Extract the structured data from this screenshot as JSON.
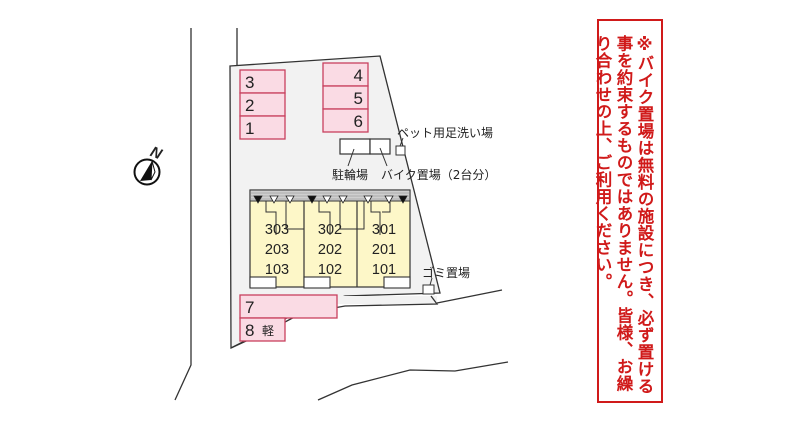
{
  "compass": {
    "label": "N",
    "icon": "north-arrow-icon"
  },
  "parking": {
    "left_column": [
      {
        "label": "3"
      },
      {
        "label": "2"
      },
      {
        "label": "1"
      }
    ],
    "right_column": [
      {
        "label": "4"
      },
      {
        "label": "5"
      },
      {
        "label": "6"
      }
    ],
    "bottom": [
      {
        "label": "7"
      },
      {
        "label": "8",
        "note": "軽"
      }
    ],
    "fill_color": "#fadbe4",
    "stroke_color": "#c8415e"
  },
  "facilities": {
    "pet_wash": "ペット用足洗い場",
    "bicycle": "駐輪場",
    "bike_parking": "バイク置場（2台分）",
    "garbage": "ゴミ置場"
  },
  "building": {
    "fill_color": "#fdf7c8",
    "units": [
      {
        "column": "left",
        "rooms": [
          "303",
          "203",
          "103"
        ]
      },
      {
        "column": "middle",
        "rooms": [
          "302",
          "202",
          "102"
        ]
      },
      {
        "column": "right",
        "rooms": [
          "301",
          "201",
          "101"
        ]
      }
    ]
  },
  "notice": {
    "text": "※バイク置場は無料の施設につき、必ず置ける事を約束するものではありません。皆様、お繰り合わせの上、ご利用ください。",
    "lines": [
      "※バイク置場は無料の施設につき、必ず置ける事を",
      "約束するものではありません。",
      "皆様、お繰り合わせの上、ご利用ください。"
    ],
    "color": "#d01a1a"
  }
}
